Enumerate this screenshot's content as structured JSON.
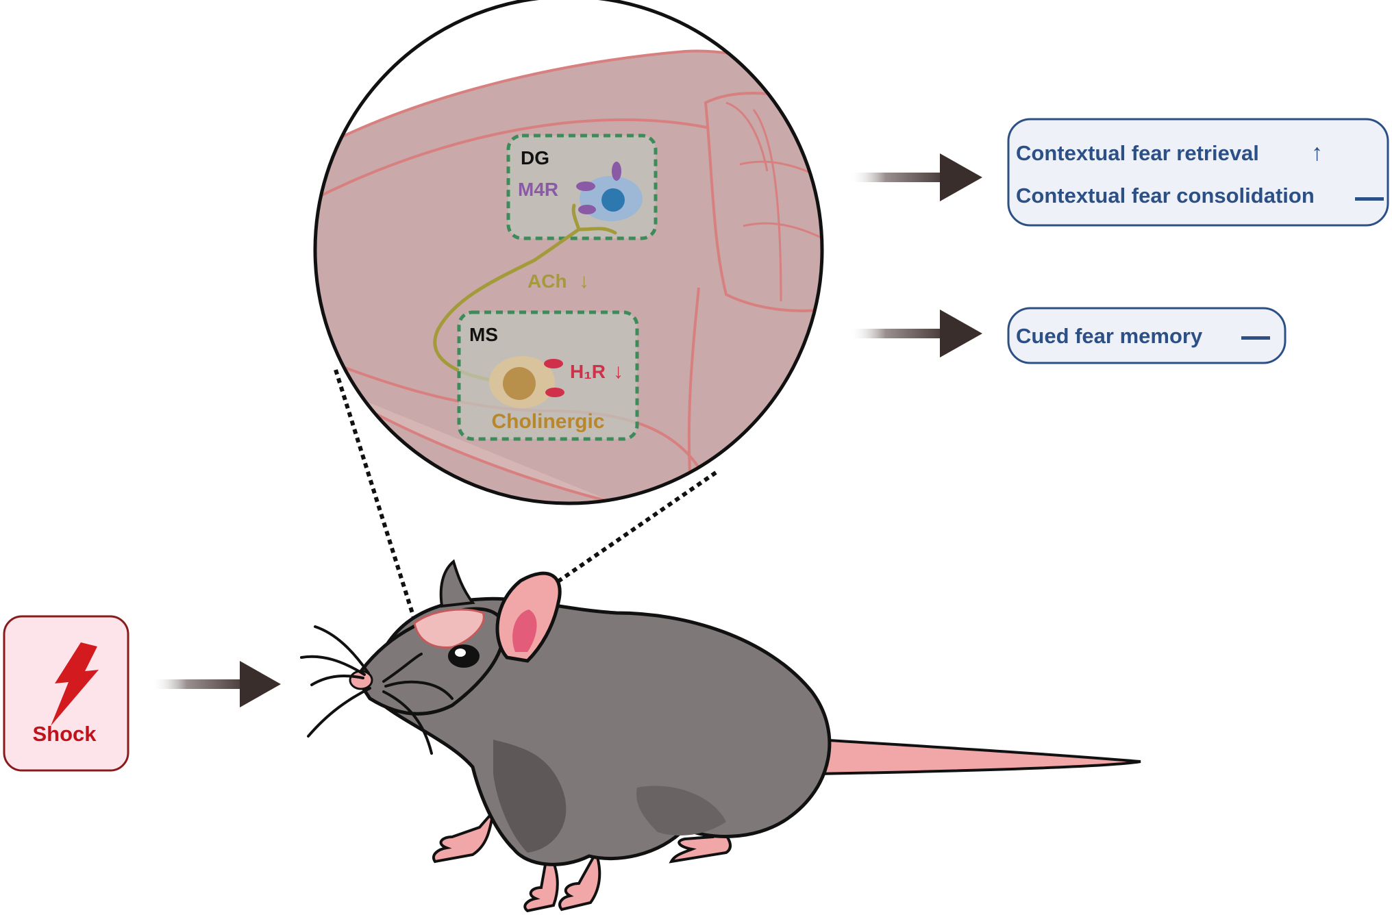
{
  "stimulus": {
    "label": "Shock",
    "icon": "lightning-bolt-icon",
    "text_color": "#c0121b",
    "box_fill": "#fde4ea",
    "box_stroke": "#8b1a1a"
  },
  "brain_inset": {
    "dg": {
      "region_label": "DG",
      "receptor_label": "M4R",
      "receptor_color": "#8a5aa6"
    },
    "ms": {
      "region_label": "MS",
      "receptor_label": "H₁R",
      "receptor_arrow": "↓",
      "receptor_color": "#d0304a",
      "cell_type_label": "Cholinergic",
      "cell_type_color": "#b8862b"
    },
    "transmitter": {
      "label": "ACh",
      "arrow": "↓",
      "color": "#a39a3a"
    },
    "tissue_fill": "#c9a9a9",
    "tissue_stroke": "#d88080",
    "region_box_stroke": "#3d8a5a"
  },
  "outcomes": {
    "contextual": {
      "retrieval_label": "Contextual fear retrieval",
      "retrieval_effect": "↑",
      "consolidation_label": "Contextual fear consolidation",
      "consolidation_effect": "—"
    },
    "cued": {
      "label": "Cued fear memory",
      "effect": "—"
    },
    "text_color": "#2c4f85",
    "box_fill": "#eef2f8",
    "box_stroke": "#2c4f85"
  },
  "mouse": {
    "body_color": "#7e7878",
    "pink_color": "#f1a7a7"
  }
}
